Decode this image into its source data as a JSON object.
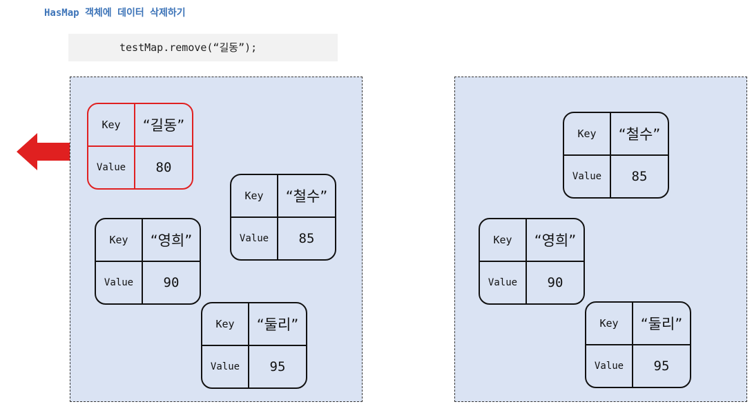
{
  "title": "HasMap 객체에 데이터 삭제하기",
  "code": "testMap.remove(“길동”);",
  "labels": {
    "key": "Key",
    "value": "Value"
  },
  "colors": {
    "removed": "#e02020",
    "panel": "#dae3f3",
    "title": "#3d74b8"
  },
  "before": [
    {
      "key": "“길동”",
      "value": "80",
      "removed": true
    },
    {
      "key": "“철수”",
      "value": "85"
    },
    {
      "key": "“영희”",
      "value": "90"
    },
    {
      "key": "“둘리”",
      "value": "95"
    }
  ],
  "after": [
    {
      "key": "“철수”",
      "value": "85"
    },
    {
      "key": "“영희”",
      "value": "90"
    },
    {
      "key": "“둘리”",
      "value": "95"
    }
  ]
}
